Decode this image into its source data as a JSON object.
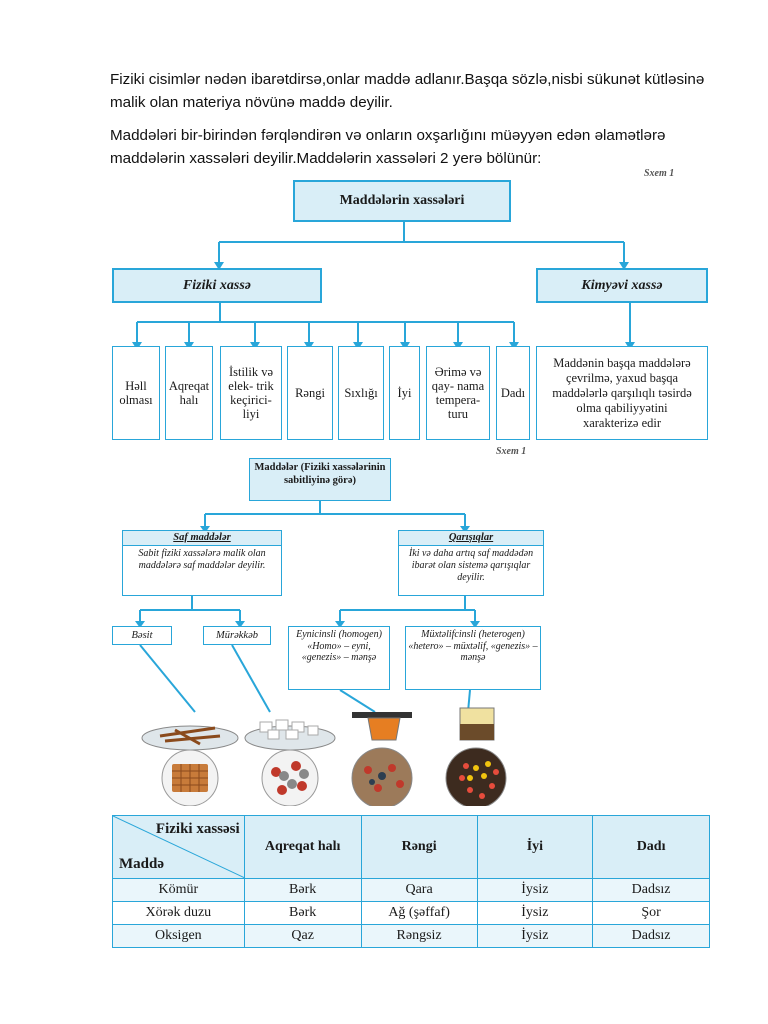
{
  "paragraphs": {
    "p1": "Fiziki cisimlər nədən ibarətdirsə,onlar maddə adlanır.Başqa sözlə,nisbi sükunət kütləsinə malik olan materiya növünə maddə deyilir.",
    "p2": "Maddələri bir-birindən fərqləndirən və onların oxşarlığını müəyyən edən əlamətlərə maddələrin xassələri deyilir.Maddələrin xassələri 2 yerə bölünür:"
  },
  "scheme1": {
    "label": "Sxem 1",
    "root": "Maddələrin xassələri",
    "physical": "Fiziki xassə",
    "chemical": "Kimyəvi xassə",
    "physical_items": [
      "Həll olması",
      "Aqreqat halı",
      "İstilik və elek- trik keçirici- liyi",
      "Rəngi",
      "Sıxlığı",
      "İyi",
      "Ərimə və qay- nama tempera- turu",
      "Dadı"
    ],
    "chemical_desc": "Maddənin başqa maddələrə çevrilmə, yaxud başqa maddələrlə qarşılıqlı təsirdə olma qabiliyyətini xarakterizə edir"
  },
  "scheme2": {
    "label": "Sxem 1",
    "root": "Maddələr (Fiziki xassələrinin sabitliyinə görə)",
    "pure_title": "Saf maddələr",
    "pure_desc": "Sabit fiziki xassələrə malik olan maddələrə saf maddələr deyilir.",
    "mix_title": "Qarışıqlar",
    "mix_desc": "İki və daha artıq saf maddədən ibarət olan sistemə qarışıqlar deyilir.",
    "simple": "Bəsit",
    "complex": "Mürəkkəb",
    "homogen": "Eynicinsli (homogen) «Homo» – eyni, «genezis» – mənşə",
    "heterogen": "Müxtəlifcinsli (heterogen) «hetero» – müxtəlif, «genezis» – mənşə"
  },
  "table": {
    "corner_top": "Fiziki xassəsi",
    "corner_bottom": "Maddə",
    "headers": [
      "Aqreqat halı",
      "Rəngi",
      "İyi",
      "Dadı"
    ],
    "rows": [
      [
        "Kömür",
        "Bərk",
        "Qara",
        "İysiz",
        "Dadsız"
      ],
      [
        "Xörək duzu",
        "Bərk",
        "Ağ (şəffaf)",
        "İysiz",
        "Şor"
      ],
      [
        "Oksigen",
        "Qaz",
        "Rəngsiz",
        "İysiz",
        "Dadsız"
      ]
    ]
  },
  "colors": {
    "accent": "#29a6d9",
    "header_fill": "#d9eef7"
  }
}
